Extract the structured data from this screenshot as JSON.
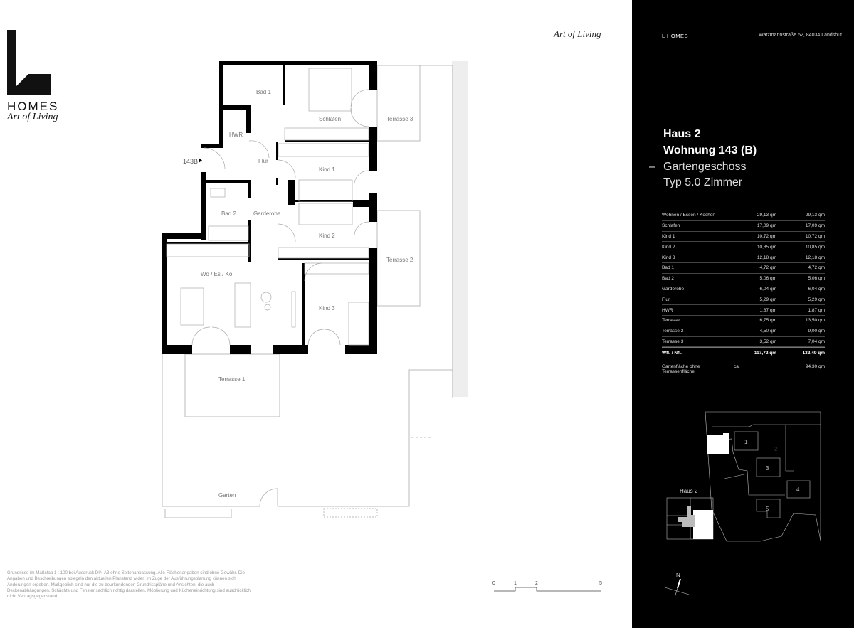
{
  "logo": {
    "letter": "L",
    "name": "HOMES",
    "tagline": "Art of Living"
  },
  "top_tagline": "Art of Living",
  "plan": {
    "entry_label": "143B",
    "rooms": [
      "Bad 1",
      "Schlafen",
      "Terrasse 3",
      "HWR",
      "Flur",
      "Kind 1",
      "Bad 2",
      "Garderobe",
      "Kind 2",
      "Terrasse 2",
      "Wo / Es / Ko",
      "Kind 3",
      "Terrasse 1",
      "Garten"
    ]
  },
  "disclaimer": "Grundrisse im Maßstab 1 : 100 bei Ausdruck DIN A3 ohne Seitenanpassung. Alle Flächenangaben sind ohne Gewähr. Die Angaben und Beschreibungen spiegeln den aktuellen Planstand wider. Im Zuge der Ausführungsplanung können sich Änderungen ergeben. Maßgeblich sind nur die zu beurkundenden Grundrisspläne und Ansichten, die auch Deckenabhängungen, Schächte und Fenster sachlich richtig darstellen. Möblierung und Kücheneinrichtung sind ausdrücklich nicht Vertragsgegenstand.",
  "scale": {
    "ticks": [
      "0",
      "1",
      "2",
      "5"
    ]
  },
  "panel": {
    "brand": "L HOMES",
    "address": "Watzmannstraße 52, 84034 Landshut",
    "house": "Haus 2",
    "unit": "Wohnung 143 (B)",
    "dash": "–",
    "floor": "Gartengeschoss",
    "type": "Typ 5.0 Zimmer",
    "areas": [
      {
        "name": "Wohnen / Essen / Kochen",
        "a": "29,13 qm",
        "b": "29,13 qm"
      },
      {
        "name": "Schlafen",
        "a": "17,09 qm",
        "b": "17,09 qm"
      },
      {
        "name": "Kind 1",
        "a": "10,72 qm",
        "b": "10,72 qm"
      },
      {
        "name": "Kind 2",
        "a": "10,85 qm",
        "b": "10,85 qm"
      },
      {
        "name": "Kind 3",
        "a": "12,18 qm",
        "b": "12,18 qm"
      },
      {
        "name": "Bad 1",
        "a": "4,72 qm",
        "b": "4,72 qm"
      },
      {
        "name": "Bad 2",
        "a": "5,06 qm",
        "b": "5,06 qm"
      },
      {
        "name": "Garderobe",
        "a": "6,04 qm",
        "b": "6,04 qm"
      },
      {
        "name": "Flur",
        "a": "5,29 qm",
        "b": "5,29 qm"
      },
      {
        "name": "HWR",
        "a": "1,87 qm",
        "b": "1,87 qm"
      },
      {
        "name": "Terrasse 1",
        "a": "6,75 qm",
        "b": "13,50 qm"
      },
      {
        "name": "Terrasse 2",
        "a": "4,50 qm",
        "b": "9,00 qm"
      },
      {
        "name": "Terrasse 3",
        "a": "3,52 qm",
        "b": "7,04 qm"
      }
    ],
    "total": {
      "name": "Wfl. / Nfl.",
      "a": "117,72 qm",
      "b": "132,49 qm"
    },
    "garden": {
      "name": "Gartenfläche ohne Terrassenfläche",
      "a": "ca.",
      "b": "94,30 qm"
    },
    "site": {
      "houses": [
        "1",
        "2",
        "3",
        "4",
        "5"
      ],
      "inset_label": "Haus 2",
      "north": "N"
    }
  }
}
